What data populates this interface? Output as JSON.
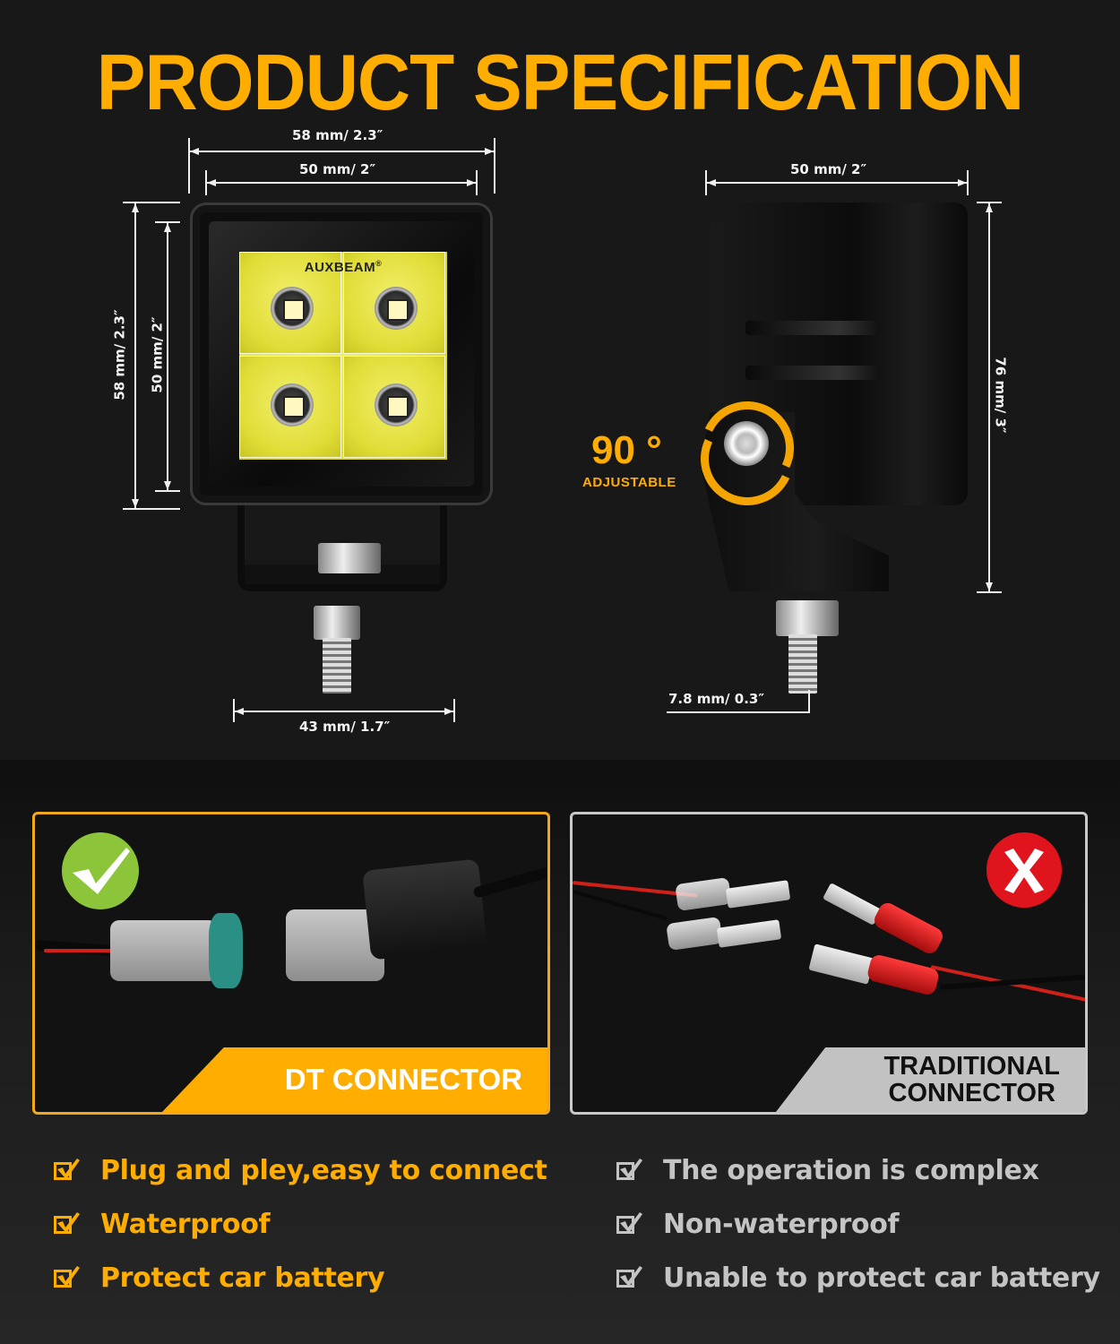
{
  "title": "PRODUCT SPECIFICATION",
  "colors": {
    "accent": "#ffad00",
    "background": "#181818",
    "good_badge": "#8cc43a",
    "bad_badge": "#e0141c",
    "bad_text": "#c4c4c4"
  },
  "front_view": {
    "brand": "AUXBEAM",
    "brand_mark": "®",
    "dimensions": {
      "outer_width": "58 mm/ 2.3″",
      "inner_width": "50 mm/ 2″",
      "outer_height": "58 mm/ 2.3″",
      "inner_height": "50 mm/ 2″",
      "bracket_width": "43 mm/ 1.7″"
    }
  },
  "side_view": {
    "dimensions": {
      "depth": "50 mm/ 2″",
      "total_height": "76 mm/ 3″",
      "bolt_diameter": "7.8 mm/ 0.3″"
    },
    "rotation": {
      "angle": "90 °",
      "label": "ADJUSTABLE"
    }
  },
  "comparison": {
    "good": {
      "icon": "check-icon",
      "label": "DT CONNECTOR",
      "features": [
        "Plug and pley,easy to connect",
        "Waterproof",
        "Protect car battery"
      ]
    },
    "bad": {
      "icon": "cross-icon",
      "label_line1": "TRADITIONAL",
      "label_line2": "CONNECTOR",
      "features": [
        "The operation is complex",
        "Non-waterproof",
        "Unable to protect car battery"
      ]
    }
  }
}
